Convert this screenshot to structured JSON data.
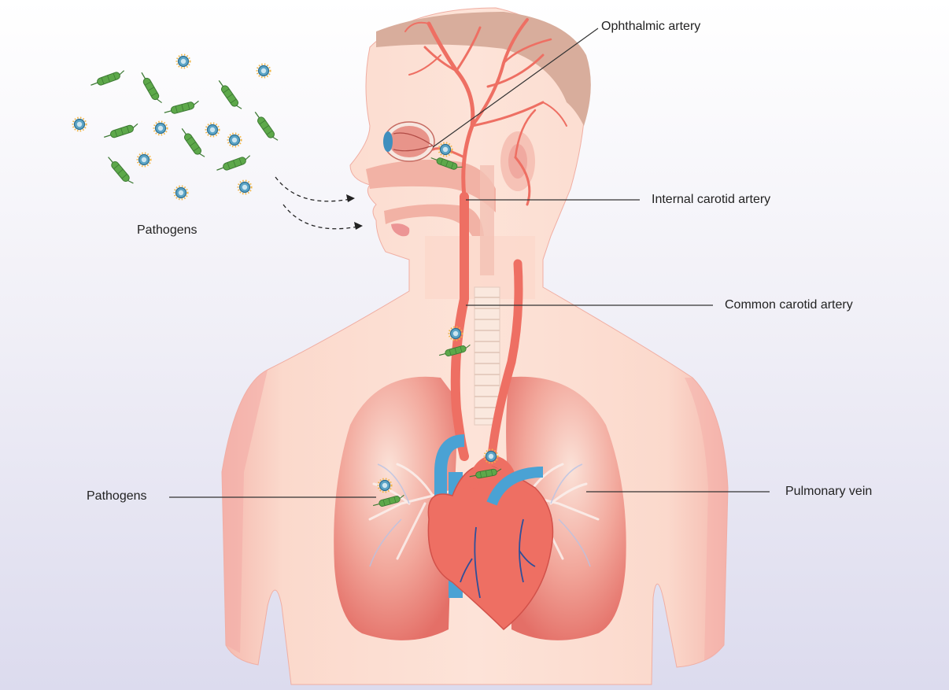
{
  "labels": {
    "pathogens_top": "Pathogens",
    "ophthalmic_artery": "Ophthalmic artery",
    "internal_carotid": "Internal carotid artery",
    "common_carotid": "Common carotid artery",
    "pathogens_lung": "Pathogens",
    "pulmonary_vein": "Pulmonary vein"
  },
  "colors": {
    "skin": "#f8d2c4",
    "skin_shadow": "#f0b2a8",
    "hair": "#d4a896",
    "lung": "#ec8e86",
    "artery": "#ee6f63",
    "vein": "#4aa2d4",
    "bacteria": "#5da84a",
    "virus": "#5aa3c6"
  }
}
